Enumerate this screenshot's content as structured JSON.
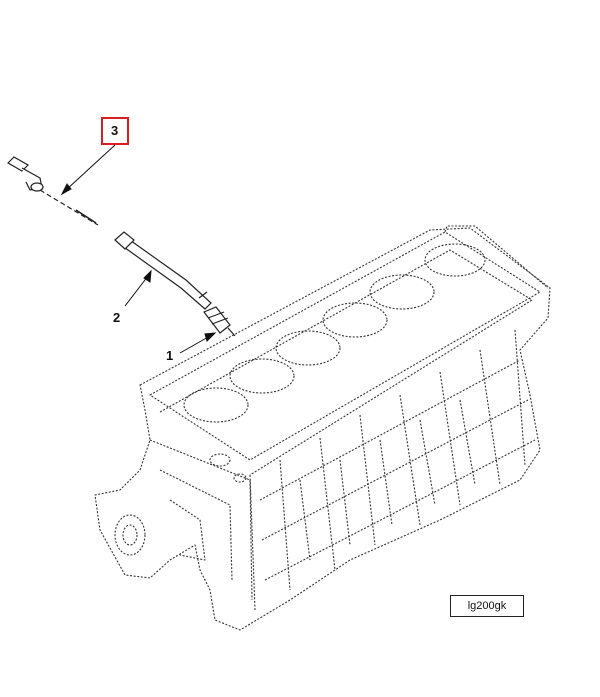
{
  "callouts": [
    {
      "id": "3",
      "highlighted": true,
      "highlight_color": "#d81e1e"
    },
    {
      "id": "2",
      "highlighted": false
    },
    {
      "id": "1",
      "highlighted": false
    }
  ],
  "figure_id": "lg200gk"
}
